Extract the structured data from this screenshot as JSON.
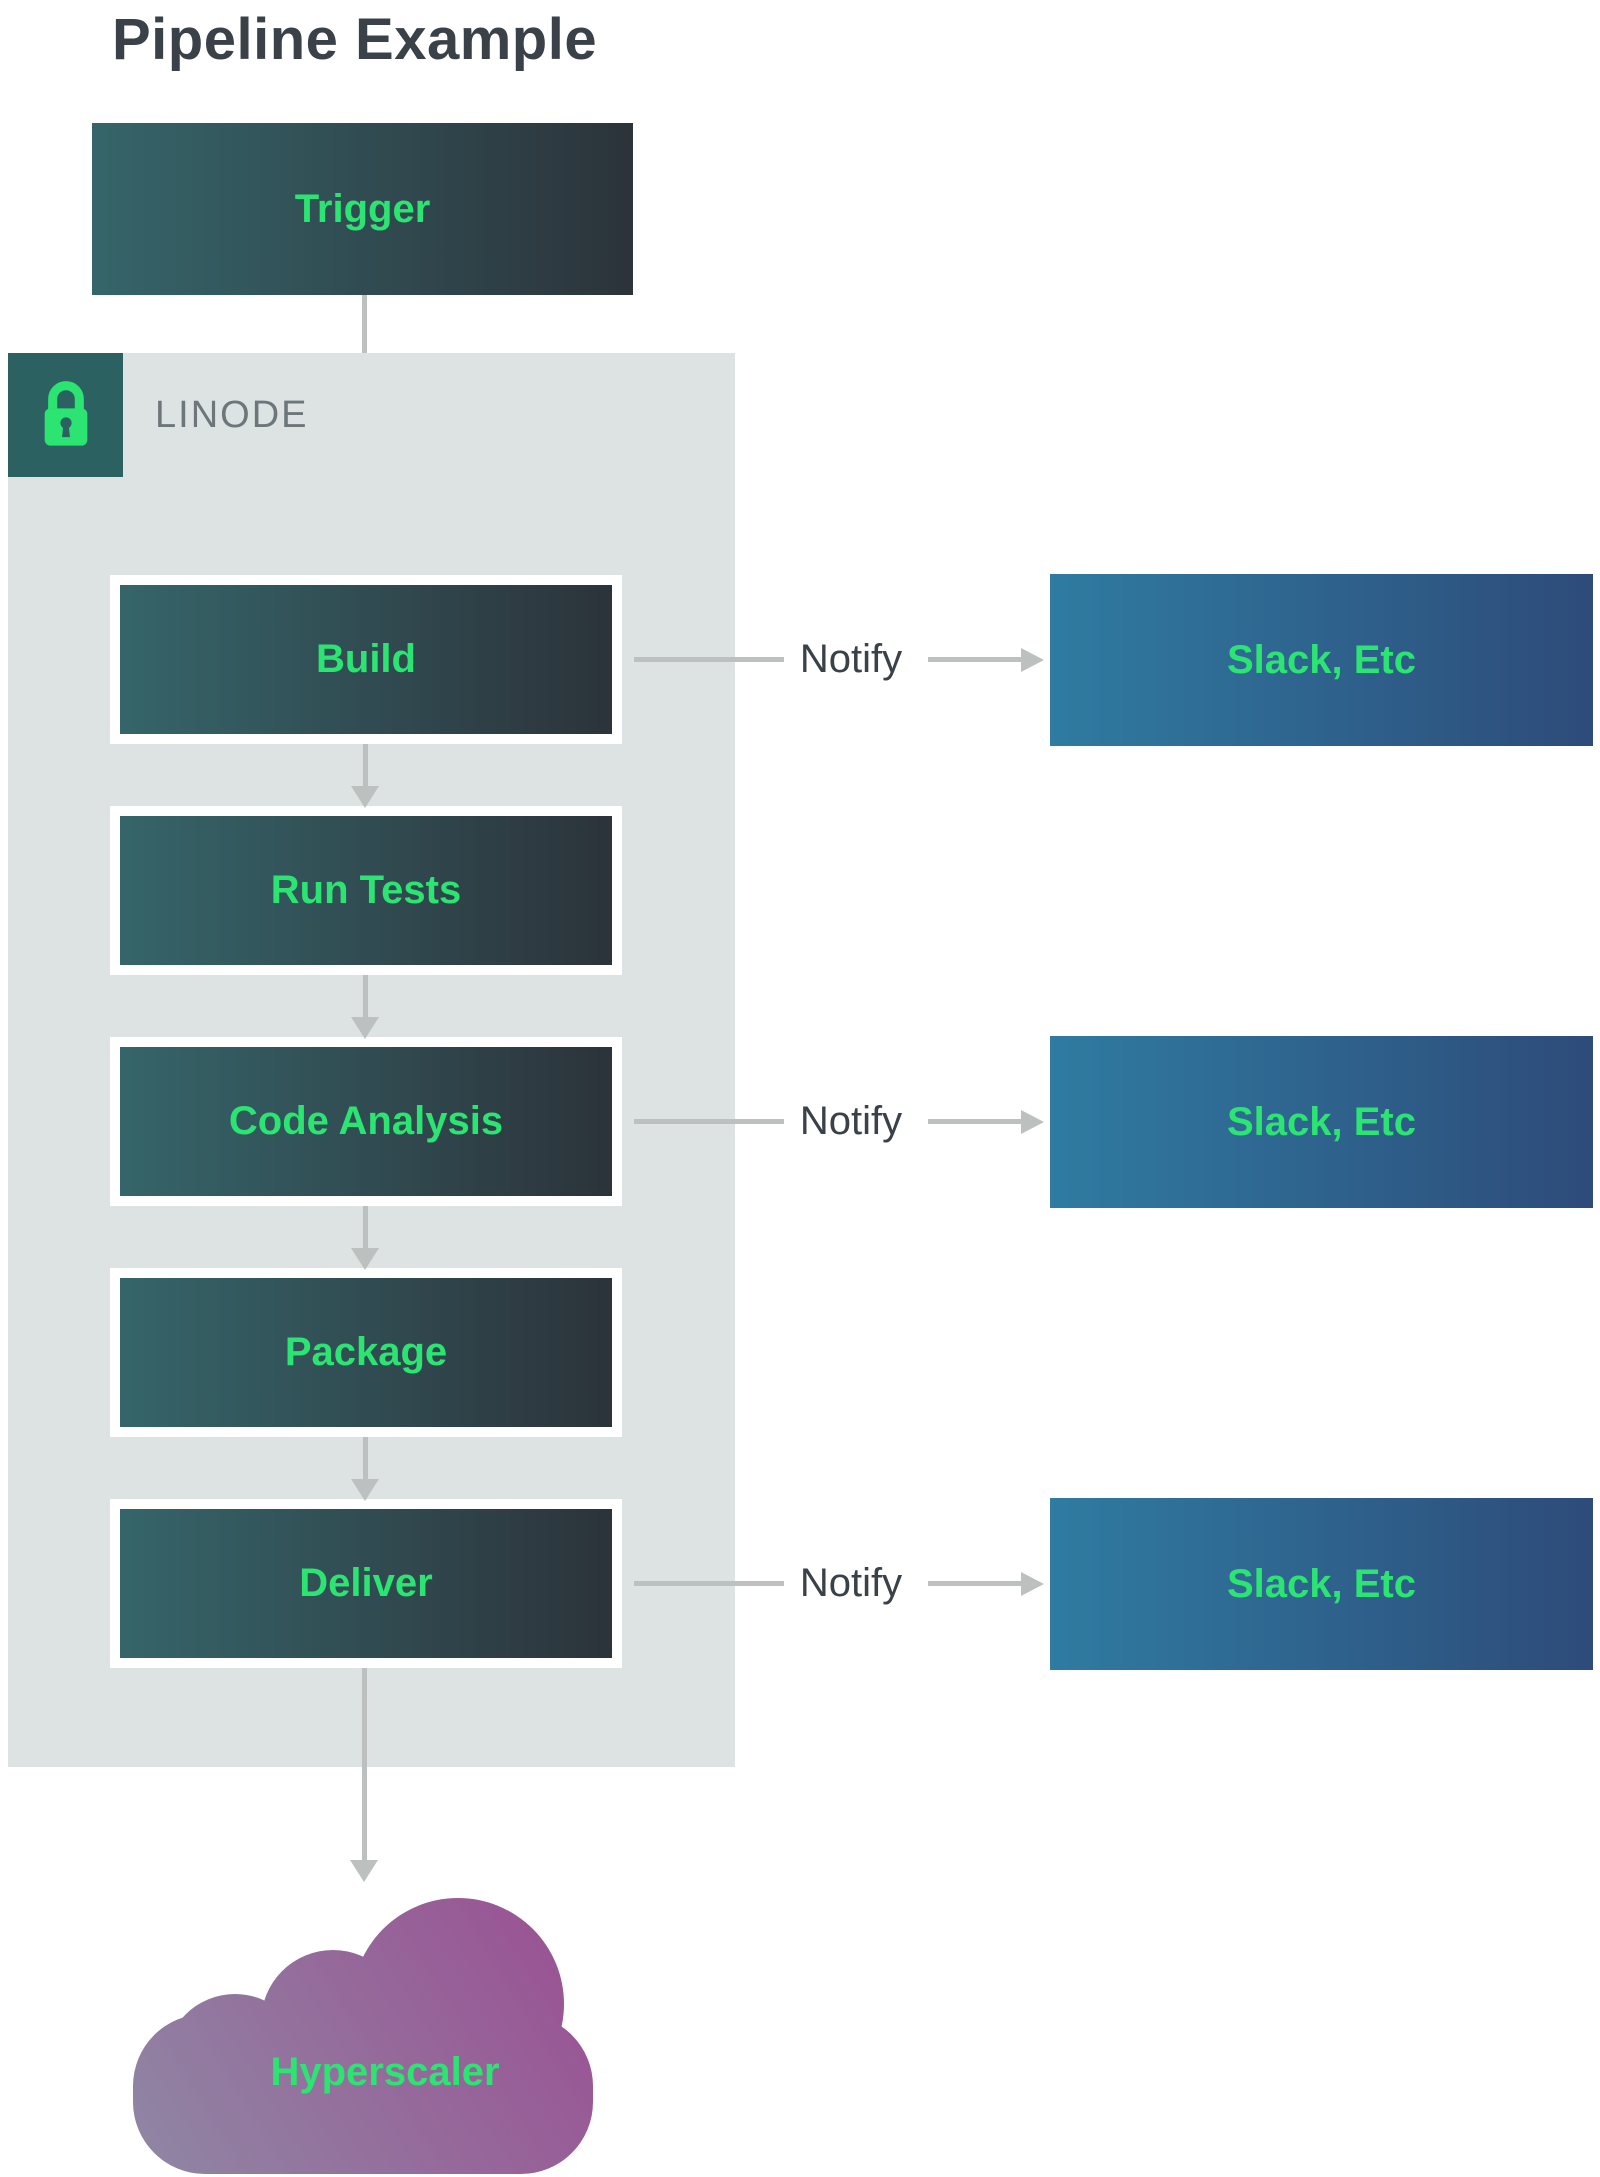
{
  "page": {
    "title": "Pipeline Example"
  },
  "pipeline": {
    "trigger_label": "Trigger",
    "provider": {
      "name": "LINODE",
      "icon": "lock-icon"
    },
    "stages": [
      {
        "label": "Build",
        "notify": "Notify",
        "target": "Slack, Etc"
      },
      {
        "label": "Run Tests"
      },
      {
        "label": "Code Analysis",
        "notify": "Notify",
        "target": "Slack, Etc"
      },
      {
        "label": "Package"
      },
      {
        "label": "Deliver",
        "notify": "Notify",
        "target": "Slack, Etc"
      }
    ],
    "destination_label": "Hyperscaler"
  },
  "colors": {
    "accent_green": "#2be471",
    "text_dark": "#3a4148",
    "provider_text": "#6d767b",
    "container_bg": "#dce3e2",
    "badge_bg": "#2b6261",
    "arrow_gray": "#bcc1c0",
    "stage_gradient": [
      "#35656a",
      "#2c333a"
    ],
    "notify_box_gradient": [
      "#2f7ba1",
      "#2e4b7a"
    ],
    "cloud_gradient": [
      "#8f87a4",
      "#9b4e92"
    ]
  }
}
